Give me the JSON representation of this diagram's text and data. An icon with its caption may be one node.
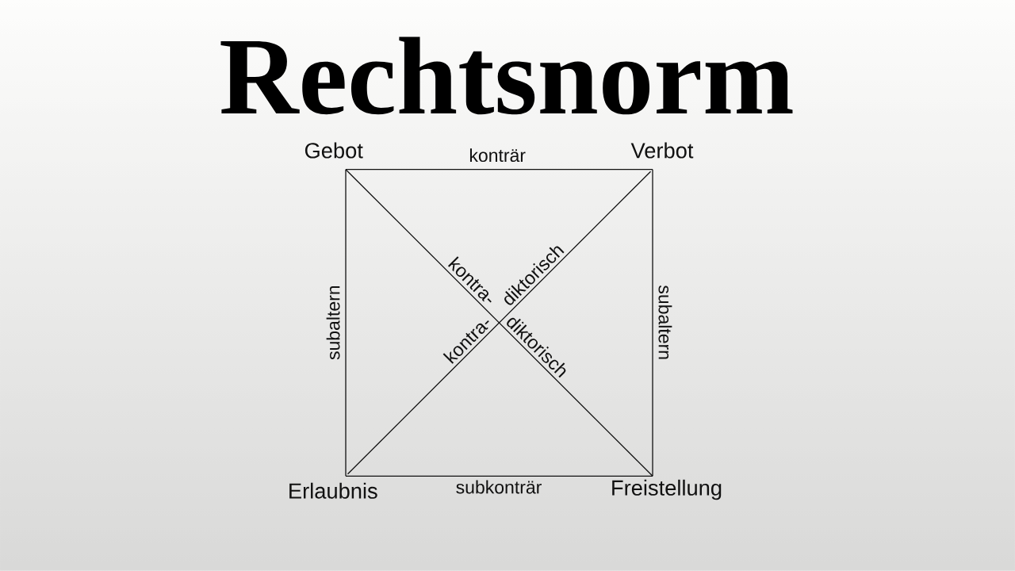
{
  "diagram": {
    "title": "Rechtsnorm",
    "nodes": [
      {
        "text": [
          "Gebot"
        ]
      },
      {
        "text": [
          "Verbot"
        ]
      },
      {
        "text": [
          "Erlaubnis"
        ]
      },
      {
        "text": [
          "Freistellung"
        ]
      }
    ],
    "edges": [
      {
        "from": 0,
        "to": 1,
        "arrow": "none",
        "label": "konträr"
      },
      {
        "from": 0,
        "to": 2,
        "arrow": "none",
        "label": "subaltern"
      },
      {
        "from": 1,
        "to": 3,
        "arrow": "none",
        "label": "subaltern"
      },
      {
        "from": 0,
        "to": 3,
        "arrow": "none",
        "label": "kontra- diktorisch"
      },
      {
        "from": 2,
        "to": 1,
        "arrow": "none",
        "label": "kontra- diktorisch"
      },
      {
        "from": 2,
        "to": 3,
        "arrow": "none",
        "label": "subkonträr"
      }
    ]
  }
}
